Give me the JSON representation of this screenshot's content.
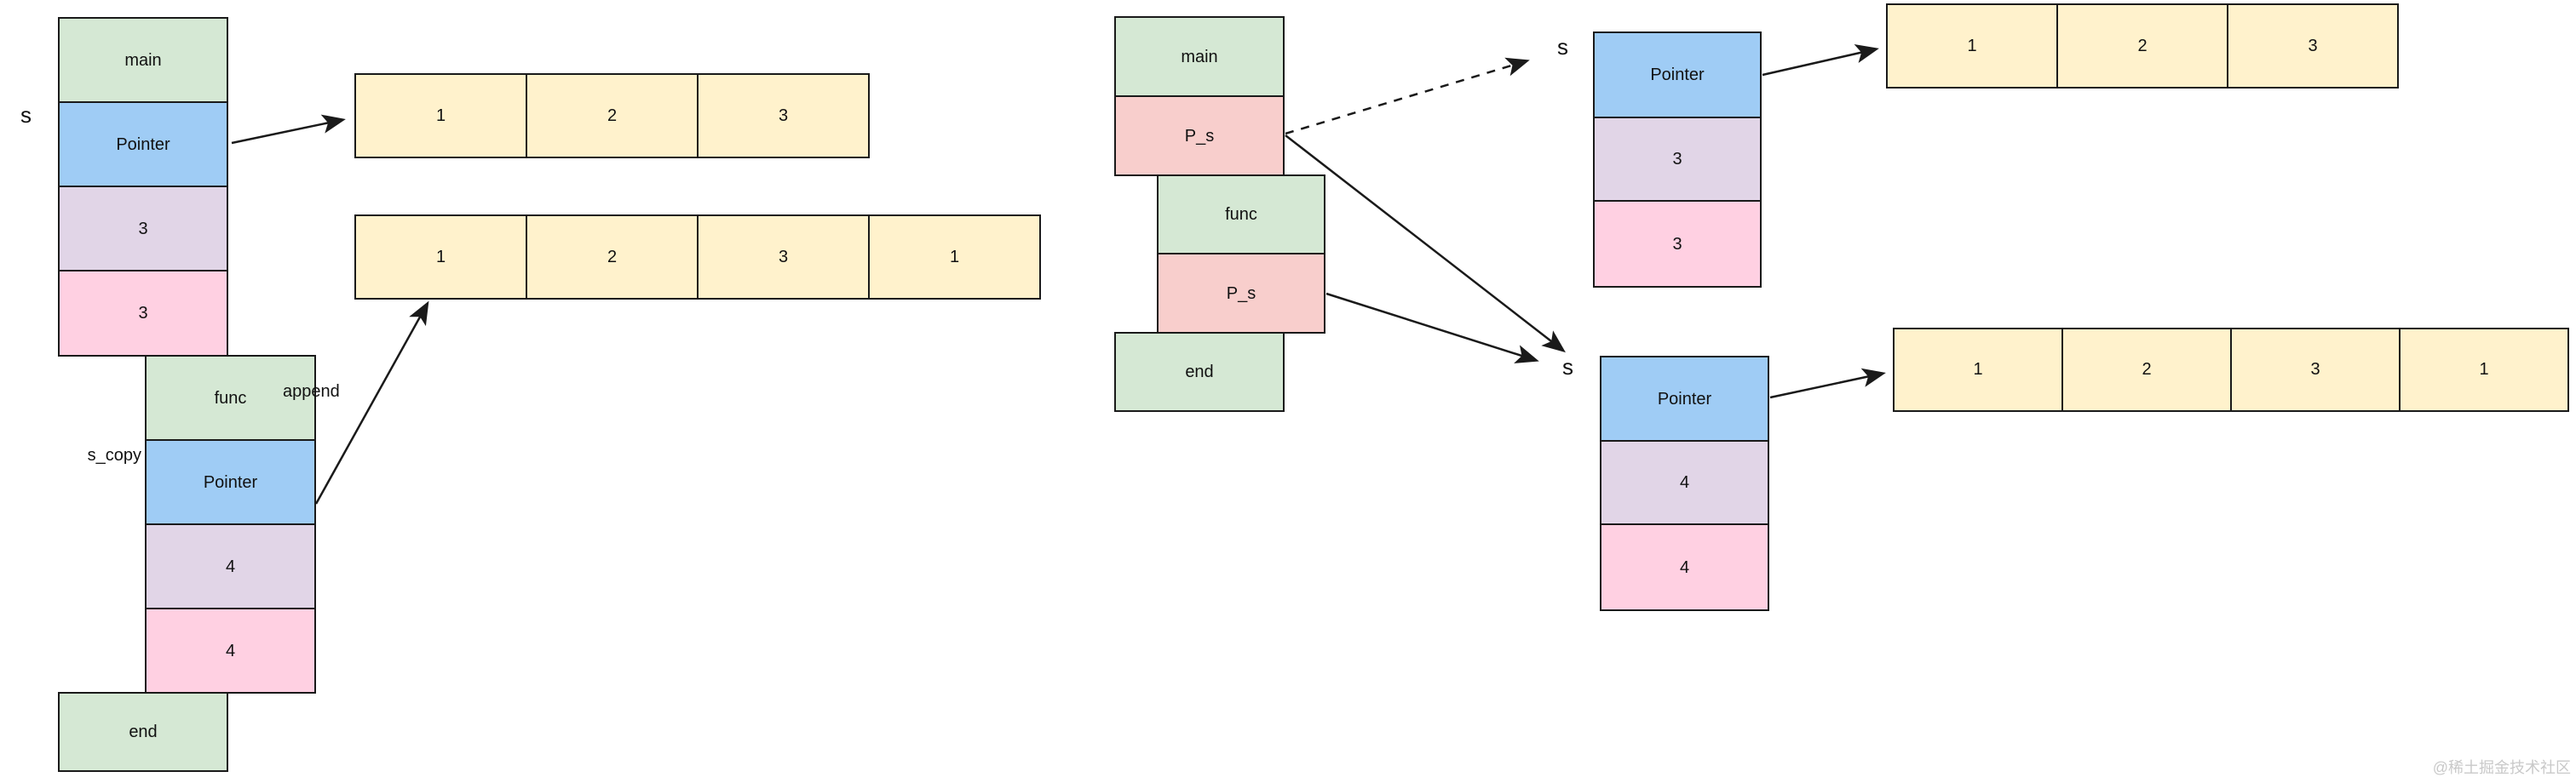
{
  "colors": {
    "frame_green": "#d5e8d4",
    "pointer_blue": "#9fccf5",
    "len_purple": "#e1d5e7",
    "cap_pink": "#ffd0e2",
    "ps_salmon": "#f8cecc",
    "array_yellow": "#fff2cc",
    "line_border": "#1a1a1a",
    "watermark_gray": "#c9c9c9"
  },
  "left": {
    "s_label": "s",
    "s_copy_label": "s_copy",
    "append_label": "append",
    "end_label": "end",
    "stack_s": {
      "main": "main",
      "pointer": "Pointer",
      "len": "3",
      "cap": "3"
    },
    "stack_s_copy": {
      "func": "func",
      "pointer": "Pointer",
      "len": "4",
      "cap": "4"
    },
    "array_top": [
      "1",
      "2",
      "3"
    ],
    "array_bottom": [
      "1",
      "2",
      "3",
      "1"
    ]
  },
  "right": {
    "s_top_label": "s",
    "s_bottom_label": "s",
    "stack": {
      "main": "main",
      "p_s_main": "P_s",
      "func": "func",
      "p_s_func": "P_s",
      "end": "end"
    },
    "slice_top": {
      "pointer": "Pointer",
      "len": "3",
      "cap": "3"
    },
    "slice_bottom": {
      "pointer": "Pointer",
      "len": "4",
      "cap": "4"
    },
    "array_top": [
      "1",
      "2",
      "3"
    ],
    "array_bottom": [
      "1",
      "2",
      "3",
      "1"
    ]
  },
  "watermark": "@稀土掘金技术社区"
}
